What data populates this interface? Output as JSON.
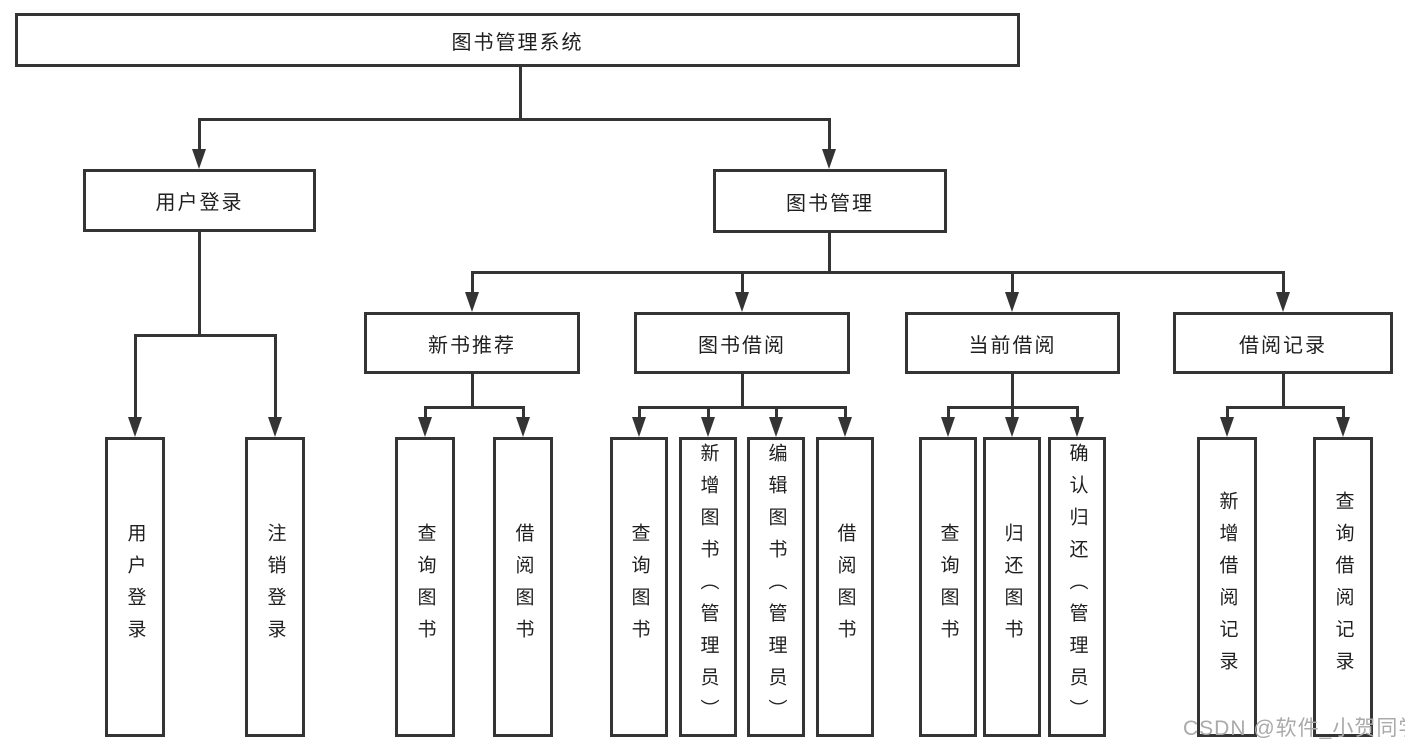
{
  "diagram": {
    "title": "图书管理系统",
    "type": "hierarchy-tree",
    "tree": {
      "label": "图书管理系统",
      "children": [
        {
          "label": "用户登录",
          "children": [
            {
              "label": "用户登录"
            },
            {
              "label": "注销登录"
            }
          ]
        },
        {
          "label": "图书管理",
          "children": [
            {
              "label": "新书推荐",
              "children": [
                {
                  "label": "查询图书"
                },
                {
                  "label": "借阅图书"
                }
              ]
            },
            {
              "label": "图书借阅",
              "children": [
                {
                  "label": "查询图书"
                },
                {
                  "label": "新增图书（管理员）"
                },
                {
                  "label": "编辑图书（管理员）"
                },
                {
                  "label": "借阅图书"
                }
              ]
            },
            {
              "label": "当前借阅",
              "children": [
                {
                  "label": "查询图书"
                },
                {
                  "label": "归还图书"
                },
                {
                  "label": "确认归还（管理员）"
                }
              ]
            },
            {
              "label": "借阅记录",
              "children": [
                {
                  "label": "新增借阅记录"
                },
                {
                  "label": "查询借阅记录"
                }
              ]
            }
          ]
        }
      ]
    }
  },
  "watermark": {
    "text": "CSDN @软件_小贺同学"
  },
  "colors": {
    "background": "#ffffff",
    "line": "#343434",
    "box_border": "#343434",
    "text": "#1f1f1f",
    "watermark": "#aaaaaa"
  }
}
